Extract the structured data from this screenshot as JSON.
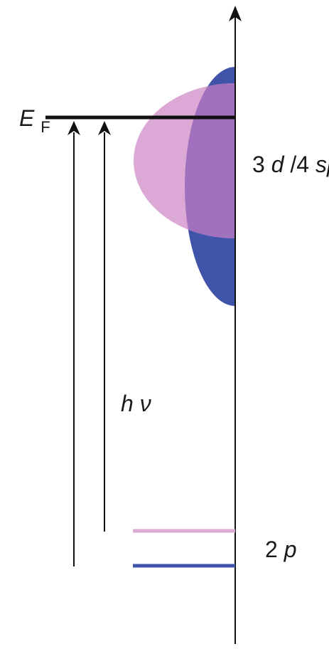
{
  "labels": {
    "fermi_symbol": "E",
    "fermi_subscript": "F",
    "valence_band_prefix": "3",
    "valence_band_d": "d",
    "valence_band_sep": "/4",
    "valence_band_sp": "sp",
    "photon_h": "h",
    "photon_nu": "ν",
    "core_level_prefix": "2",
    "core_level_p": "p"
  },
  "colors": {
    "band_pink": "#dca8d6",
    "band_overlap": "#a271bd",
    "band_blue": "#3f54a8",
    "line_dark": "#111111"
  }
}
